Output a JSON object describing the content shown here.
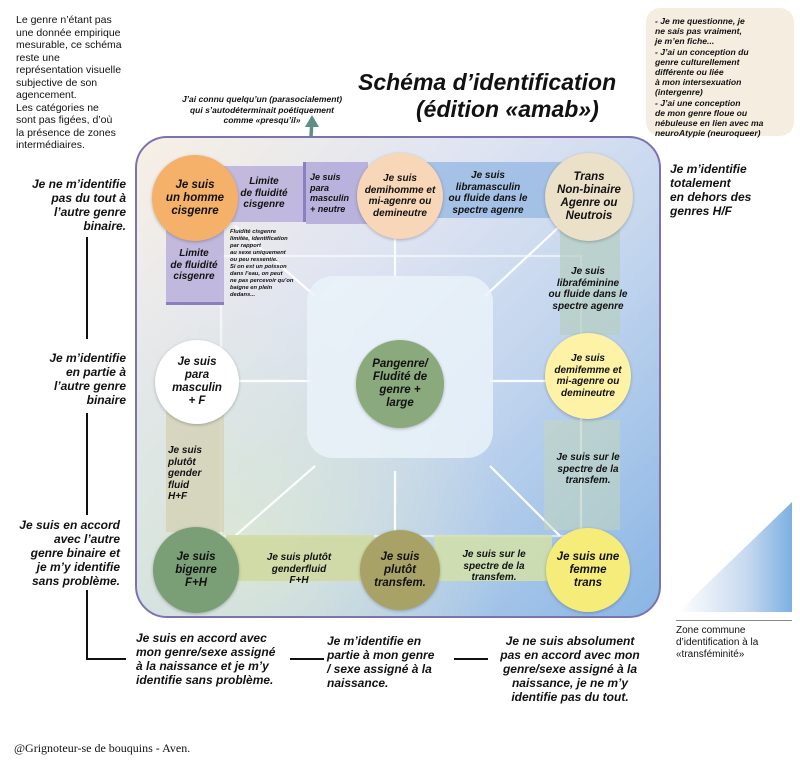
{
  "intro_note": "Le genre n’étant pas\nune donnée empirique\nmesurable, ce schéma\nreste une\nreprésentation visuelle\nsubjective de son\nagencement.\nLes catégories ne\nsont pas figées, d’où\nla présence de zones\nintermédiaires.",
  "title_line1": "Schéma d’identification",
  "title_line2": "(édition «amab»)",
  "corner_note": "- Je me questionne, je\nne sais pas vraiment,\nje m’en fiche...\n- J’ai un conception du\ngenre culturellement\ndifférente ou liée\nà mon intersexuation\n(intergenre)\n- J’ai une conception\nde mon genre floue ou\nnébuleuse en lien avec ma\nneuroAtypie (neuroqueer)",
  "presqu_note": "J’ai connu quelqu’un (parasocialement)\nqui s’autodéterminait poétiquement\ncomme «presqu’il»",
  "left_axis": {
    "top": "Je ne m’identifie\npas du tout à\nl’autre genre\nbinaire.",
    "middle": "Je m’identifie\nen partie à\nl’autre genre\nbinaire",
    "bottom": "Je suis en accord\navec l’autre\ngenre binaire et\nje m’y identifie\nsans problème."
  },
  "right_top": "Je m’identifie\ntotalement\nen dehors des\ngenres H/F",
  "bottom_axis": {
    "left": "Je suis en accord avec\nmon genre/sexe assigné\nà la naissance et je m’y\nidentifie sans problème.",
    "middle": "Je m’identifie en\npartie à mon genre\n/ sexe assigné à la\nnaissance.",
    "right": "Je ne suis absolument\npas en accord avec mon\ngenre/sexe assigné à la\nnaissance, je ne m’y\nidentifie pas du tout."
  },
  "nodes": {
    "homme_cisgenre": "Je suis\nun homme\ncisgenre",
    "demihomme": "Je suis\ndemihomme et\nmi-agenre ou\ndemineutre",
    "trans_nb": "Trans\nNon-binaire\nAgenre ou\nNeutrois",
    "para_masculin": "Je suis\npara\nmasculin\n+ F",
    "pangenre": "Pangenre/\nFludité de\ngenre +\nlarge",
    "demifemme": "Je suis\ndemifemme et\nmi-agenre ou\ndemineutre",
    "bigenre": "Je suis\nbigenre\nF+H",
    "plutot_transfem": "Je suis\nplutôt\ntransfem.",
    "femme_trans": "Je suis une\nfemme\ntrans"
  },
  "bands": {
    "limite_top": "Limite\nde fluidité\ncisgenre",
    "para_neutre": "Je suis\npara\nmasculin\n+ neutre",
    "libramasculin": "Je suis\nlibramasculin\nou fluide dans le\nspectre agenre",
    "limite_left": "Limite\nde fluidité\ncisgenre",
    "fluidite_note": "Fluidité cisgenre\nlimitée, identification\npar rapport\nau sexe uniquement\nou peu ressentie.\nSi on est un poisson\ndans l’eau, on peut\nne pas percevoir qu’on\nbaigne en plein\ndedans...",
    "librafeminine": "Je suis\nlibraféminine\nou fluide dans le\nspectre agenre",
    "genderfluid_left": "Je suis\nplutôt\ngender\nfluid\nH+F",
    "transfem_right": "Je suis sur le\nspectre de la\ntransfem.",
    "genderfluid_bottom": "Je suis plutôt\ngenderfluid\nF+H",
    "transfem_bottom": "Je suis sur le\nspectre de la\ntransfem."
  },
  "legend_label": "Zone commune\nd’identification à la\n«transféminité»",
  "credit": "@Grignoteur-se de bouquins - Aven.",
  "colors": {
    "homme_cisgenre": "#f5b06a",
    "demihomme": "#f8d7b8",
    "trans_nb": "#ebe0c8",
    "pangenre": "#8aa97c",
    "demifemme": "#fdf2a6",
    "bigenre": "#7a9e76",
    "plutot_transfem": "#a9a266",
    "femme_trans": "#f6ec7a",
    "frame_border": "#7d72b0",
    "band_purple": "#b3a8d8",
    "band_green": "#c9d49a",
    "arrow": "#5d8f86"
  }
}
